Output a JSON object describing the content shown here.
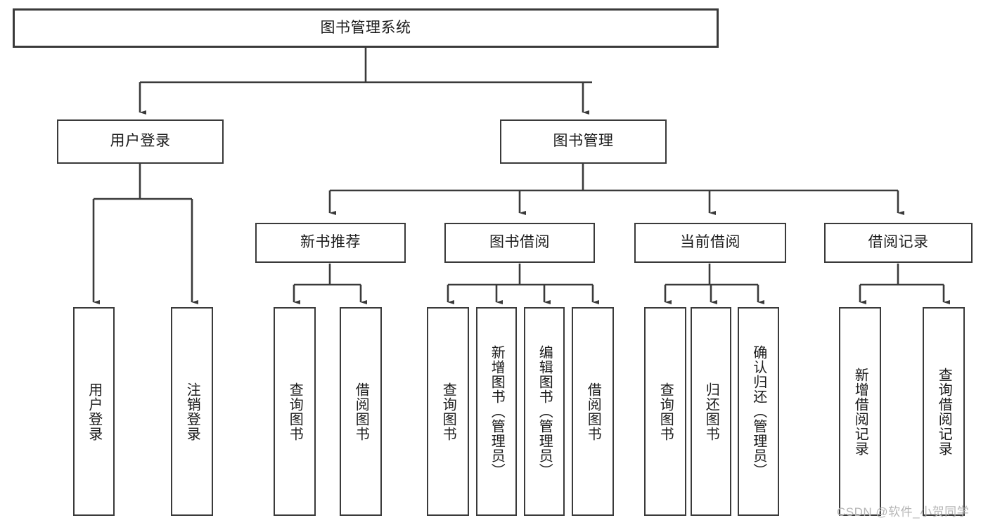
{
  "diagram": {
    "title": "图书管理系统",
    "type": "tree-hierarchy",
    "orientation": "top-down",
    "nodes": {
      "root": {
        "label": "图书管理系统"
      },
      "level2": [
        {
          "id": "user-login",
          "label": "用户登录"
        },
        {
          "id": "book-manage",
          "label": "图书管理"
        }
      ],
      "level3": [
        {
          "id": "new-book-recommend",
          "label": "新书推荐",
          "parent": "book-manage"
        },
        {
          "id": "book-borrow",
          "label": "图书借阅",
          "parent": "book-manage"
        },
        {
          "id": "current-borrow",
          "label": "当前借阅",
          "parent": "book-manage"
        },
        {
          "id": "borrow-record",
          "label": "借阅记录",
          "parent": "book-manage"
        }
      ],
      "leaves": [
        {
          "id": "leaf-user-login",
          "label": "用户登录",
          "parent": "user-login"
        },
        {
          "id": "leaf-user-logout",
          "label": "注销登录",
          "parent": "user-login"
        },
        {
          "id": "leaf-query-book-1",
          "label": "查询图书",
          "parent": "new-book-recommend"
        },
        {
          "id": "leaf-borrow-book-1",
          "label": "借阅图书",
          "parent": "new-book-recommend"
        },
        {
          "id": "leaf-query-book-2",
          "label": "查询图书",
          "parent": "book-borrow"
        },
        {
          "id": "leaf-add-book",
          "label": "新增图书（管理员）",
          "parent": "book-borrow"
        },
        {
          "id": "leaf-edit-book",
          "label": "编辑图书（管理员）",
          "parent": "book-borrow"
        },
        {
          "id": "leaf-borrow-book-2",
          "label": "借阅图书",
          "parent": "book-borrow"
        },
        {
          "id": "leaf-query-book-3",
          "label": "查询图书",
          "parent": "current-borrow"
        },
        {
          "id": "leaf-return-book",
          "label": "归还图书",
          "parent": "current-borrow"
        },
        {
          "id": "leaf-confirm-return",
          "label": "确认归还（管理员）",
          "parent": "current-borrow"
        },
        {
          "id": "leaf-add-record",
          "label": "新增借阅记录",
          "parent": "borrow-record"
        },
        {
          "id": "leaf-query-record",
          "label": "查询借阅记录",
          "parent": "borrow-record"
        }
      ]
    },
    "colors": {
      "stroke": "#3a3a3a",
      "fill": "#ffffff",
      "text": "#1b1b1b",
      "watermark": "#b6b6b6"
    }
  },
  "watermark": {
    "text": "CSDN @软件_小贺同学"
  }
}
